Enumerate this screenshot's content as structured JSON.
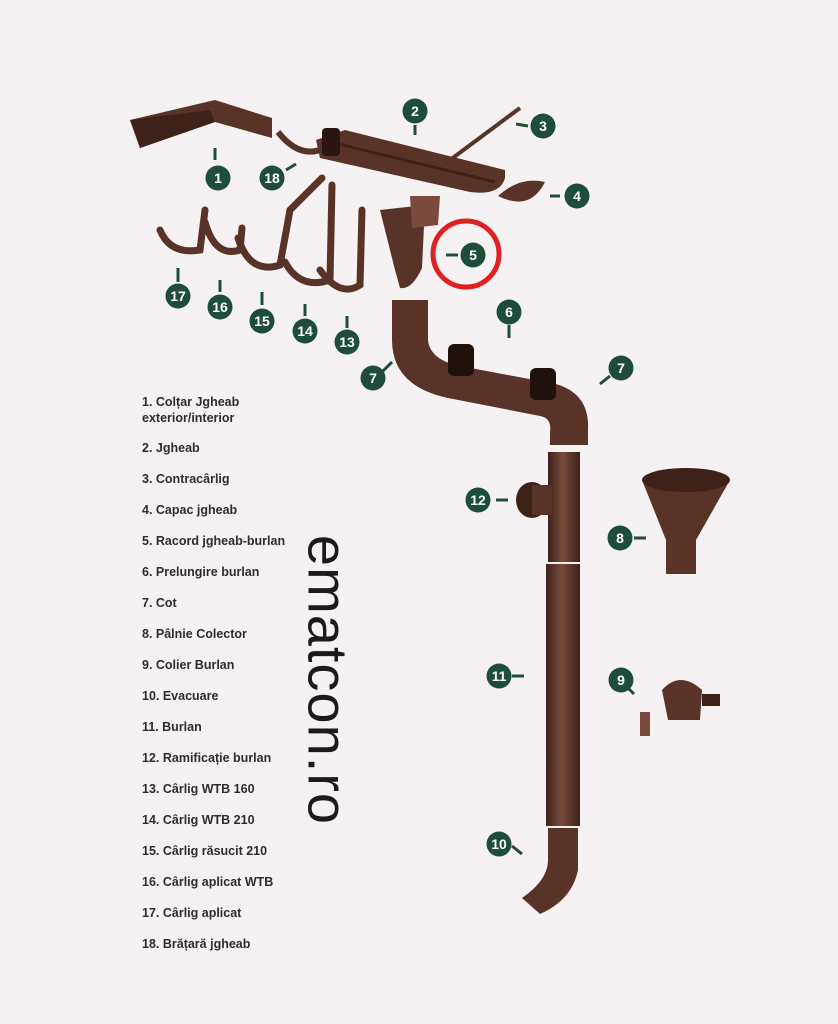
{
  "watermark": "ematcon.ro",
  "colors": {
    "part": "#5a3328",
    "part_dark": "#3e2219",
    "part_light": "#7a4a3c",
    "badge": "#1e4d3b",
    "highlight": "#e02020",
    "text": "#2d2d2d"
  },
  "legend": [
    "1. Colțar Jgheab exterior/interior",
    "2. Jgheab",
    "3. Contracârlig",
    "4. Capac jgheab",
    "5. Racord jgheab-burlan",
    "6. Prelungire burlan",
    "7. Cot",
    "8. Pâlnie Colector",
    "9. Colier Burlan",
    "10. Evacuare",
    "11. Burlan",
    "12. Ramificație burlan",
    "13. Cârlig WTB 160",
    "14.  Cârlig WTB 210",
    "15. Cârlig răsucit 210",
    "16. Cârlig aplicat WTB",
    "17. Cârlig aplicat",
    "18. Brățară jgheab"
  ],
  "badges": [
    "1",
    "2",
    "3",
    "4",
    "5",
    "6",
    "7",
    "7",
    "8",
    "9",
    "10",
    "11",
    "12",
    "13",
    "14",
    "15",
    "16",
    "17",
    "18"
  ],
  "highlighted_badge": "5"
}
